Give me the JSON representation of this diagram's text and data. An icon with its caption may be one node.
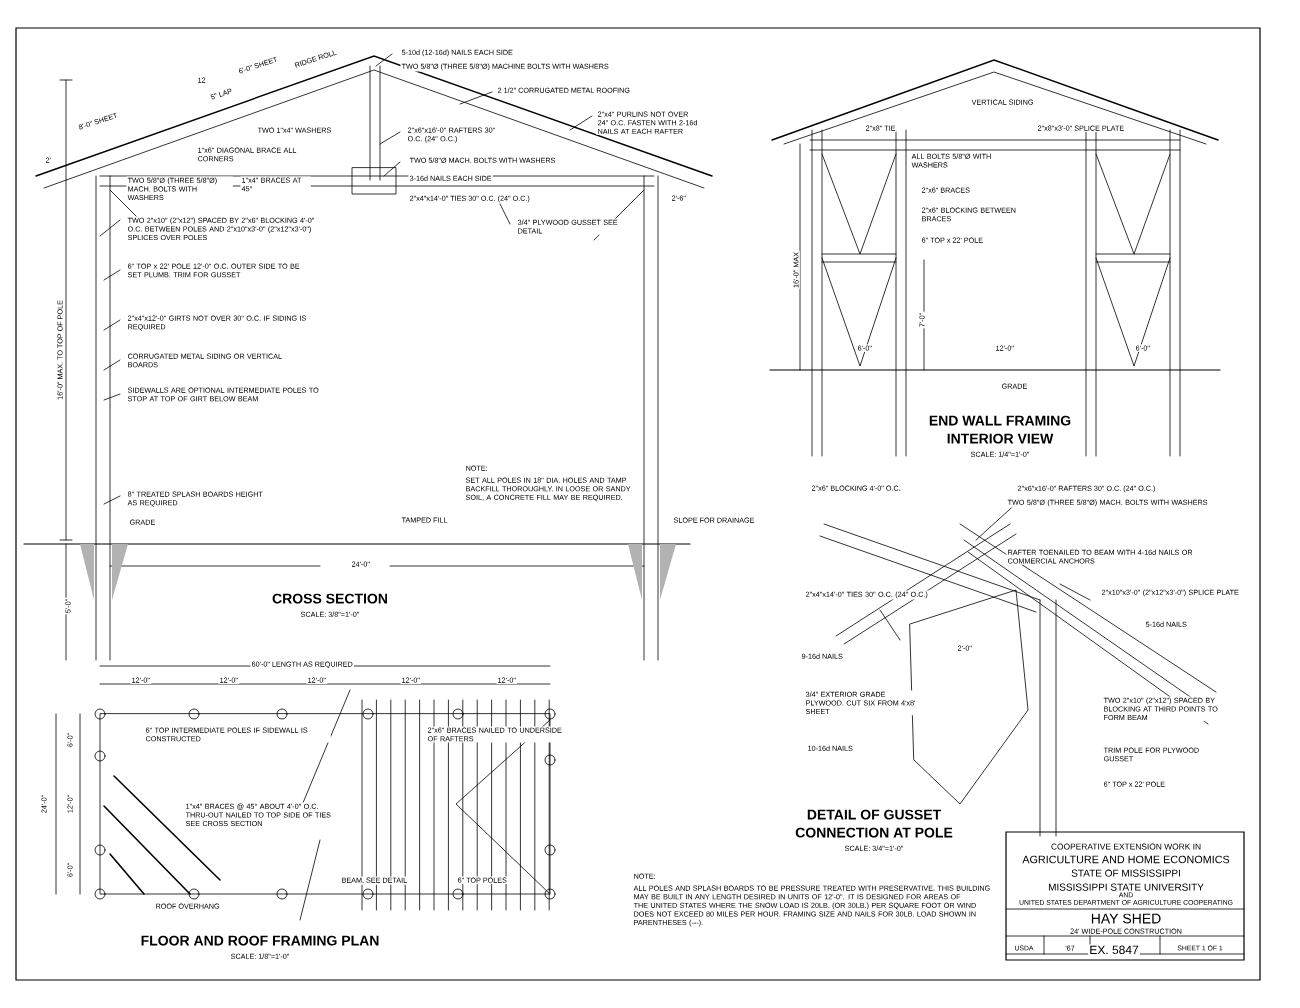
{
  "diagram": {
    "labels": [
      "5-10d (12-16d) NAILS EACH SIDE",
      "TWO 5/8\"Ø (THREE 5/8\"Ø) MACHINE BOLTS WITH WASHERS",
      "2 1/2\" CORRUGATED METAL ROOFING",
      "2\"x4\" PURLINS NOT OVER 24\" O.C. FASTEN WITH 2-16d NAILS AT EACH RAFTER",
      "6'-0\" SHEET",
      "RIDGE ROLL",
      "12",
      "5\" LAP",
      "8'-0\" SHEET",
      "2'",
      "TWO 1\"x4\" WASHERS",
      "2\"x6\"x16'-0\" RAFTERS 30\" O.C. (24\" O.C.)",
      "1\"x6\" DIAGONAL BRACE ALL CORNERS",
      "TWO 5/8\"Ø MACH. BOLTS WITH WASHERS",
      "3-16d NAILS EACH SIDE",
      "2\"x4\"x14'-0\" TIES 30\" O.C. (24\" O.C.)",
      "TWO 5/8\"Ø (THREE 5/8\"Ø) MACH. BOLTS WITH WASHERS",
      "1\"x4\" BRACES AT 45°",
      "TWO 2\"x10\" (2\"x12\") SPACED BY 2\"x6\" BLOCKING 4'-0\" O.C. BETWEEN POLES AND 2\"x10\"x3'-0\" (2\"x12\"x3'-0\") SPLICES OVER POLES",
      "6\" TOP x 22' POLE 12'-0\" O.C. OUTER SIDE TO BE SET PLUMB. TRIM FOR GUSSET",
      "3/4\" PLYWOOD GUSSET SEE DETAIL",
      "2\"x4\"x12'-0\" GIRTS NOT OVER 30\" O.C. IF SIDING IS REQUIRED",
      "CORRUGATED METAL SIDING OR VERTICAL BOARDS",
      "SIDEWALLS ARE OPTIONAL INTERMEDIATE POLES TO STOP AT TOP OF GIRT BELOW BEAM",
      "16'-0\" MAX. TO TOP OF POLE",
      "NOTE:",
      "SET ALL POLES IN 18\" DIA. HOLES AND TAMP BACKFILL THOROUGHLY. IN LOOSE OR SANDY SOIL, A CONCRETE FILL MAY BE REQUIRED.",
      "8\" TREATED SPLASH BOARDS HEIGHT AS REQUIRED",
      "GRADE",
      "TAMPED FILL",
      "SLOPE FOR DRAINAGE",
      "24'-0\"",
      "5'-0\"",
      "CROSS SECTION",
      "SCALE: 3/8\"=1'-0\"",
      "2'-6\"",
      "60'-0\" LENGTH AS REQUIRED",
      "12'-0\"",
      "12'-0\"",
      "12'-0\"",
      "12'-0\"",
      "12'-0\"",
      "6\" TOP INTERMEDIATE POLES IF SIDEWALL IS CONSTRUCTED",
      "2\"x6\" BRACES NAILED TO UNDERSIDE OF RAFTERS",
      "24'-0\"",
      "6'-0\"",
      "12'-0\"",
      "6'-0\"",
      "1\"x4\" BRACES @ 45° ABOUT 4'-0\" O.C. THRU-OUT NAILED TO TOP SIDE OF TIES SEE CROSS SECTION",
      "BEAM, SEE DETAIL",
      "6\" TOP POLES",
      "ROOF OVERHANG",
      "FLOOR AND ROOF FRAMING PLAN",
      "SCALE: 1/8\"=1'-0\"",
      "VERTICAL SIDING",
      "2\"x8\" TIE",
      "2\"x8\"x3'-0\" SPLICE PLATE",
      "ALL BOLTS 5/8\"Ø WITH WASHERS",
      "2\"x6\" BRACES",
      "2\"x6\" BLOCKING BETWEEN BRACES",
      "6\" TOP x 22' POLE",
      "16'-0\" MAX",
      "7'-0\"",
      "6'-0\"",
      "12'-0\"",
      "6'-0\"",
      "GRADE",
      "END WALL FRAMING",
      "INTERIOR VIEW",
      "SCALE: 1/4\"=1'-0\"",
      "2\"x6\" BLOCKING 4'-0\" O.C.",
      "2\"x6\"x16'-0\" RAFTERS 30\" O.C. (24\" O.C.)",
      "TWO 5/8\"Ø (THREE 5/8\"Ø) MACH. BOLTS WITH WASHERS",
      "RAFTER TOENAILED TO BEAM WITH 4-16d NAILS OR COMMERCIAL ANCHORS",
      "2\"x4\"x14'-0\" TIES 30\" O.C. (24\" O.C.)",
      "2\"x10\"x3'-0\" (2\"x12\"x3'-0\") SPLICE PLATE",
      "5-16d NAILS",
      "9-16d NAILS",
      "2'-0\"",
      "3/4\" EXTERIOR GRADE PLYWOOD. CUT SIX FROM 4'x8' SHEET",
      "TWO 2\"x10\" (2\"x12\") SPACED BY BLOCKING AT THIRD POINTS TO FORM BEAM",
      "10-16d NAILS",
      "TRIM POLE FOR PLYWOOD GUSSET",
      "6\" TOP x 22' POLE",
      "DETAIL OF GUSSET",
      "CONNECTION AT POLE",
      "SCALE: 3/4\"=1'-0\"",
      "NOTE:",
      "ALL POLES AND SPLASH BOARDS TO BE PRESSURE TREATED WITH PRESERVATIVE. THIS BUILDING MAY BE BUILT IN ANY LENGTH DESIRED IN UNITS OF 12'-0\". IT IS DESIGNED FOR AREAS OF THE UNITED STATES WHERE THE SNOW LOAD IS 20LB. (OR 30LB.) PER SQUARE FOOT OR WIND DOES NOT EXCEED 80 MILES PER HOUR. FRAMING SIZE AND NAILS FOR 30LB. LOAD SHOWN IN PARENTHESES (---).",
      "COOPERATIVE EXTENSION WORK IN",
      "AGRICULTURE AND HOME ECONOMICS",
      "STATE OF MISSISSIPPI",
      "MISSISSIPPI STATE UNIVERSITY",
      "AND",
      "UNITED STATES DEPARTMENT OF AGRICULTURE COOPERATING",
      "HAY SHED",
      "24' WIDE-POLE CONSTRUCTION",
      "USDA",
      "'67",
      "EX. 5847",
      "SHEET 1 OF 1"
    ]
  }
}
